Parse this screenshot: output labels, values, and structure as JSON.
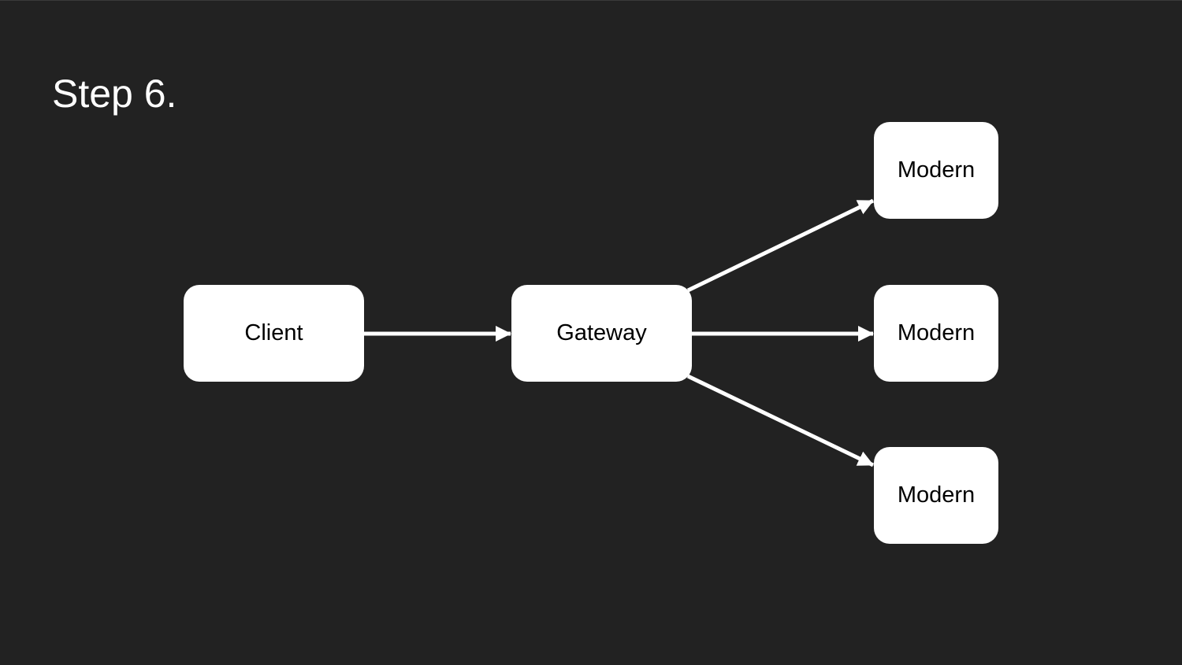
{
  "slide": {
    "title": "Step 6.",
    "background_color": "#222222",
    "node_color": "#ffffff",
    "edge_color": "#ffffff"
  },
  "nodes": {
    "client": "Client",
    "gateway": "Gateway",
    "modern_1": "Modern",
    "modern_2": "Modern",
    "modern_3": "Modern"
  },
  "edges": [
    {
      "from": "Client",
      "to": "Gateway"
    },
    {
      "from": "Gateway",
      "to": "Modern (top)"
    },
    {
      "from": "Gateway",
      "to": "Modern (middle)"
    },
    {
      "from": "Gateway",
      "to": "Modern (bottom)"
    }
  ]
}
